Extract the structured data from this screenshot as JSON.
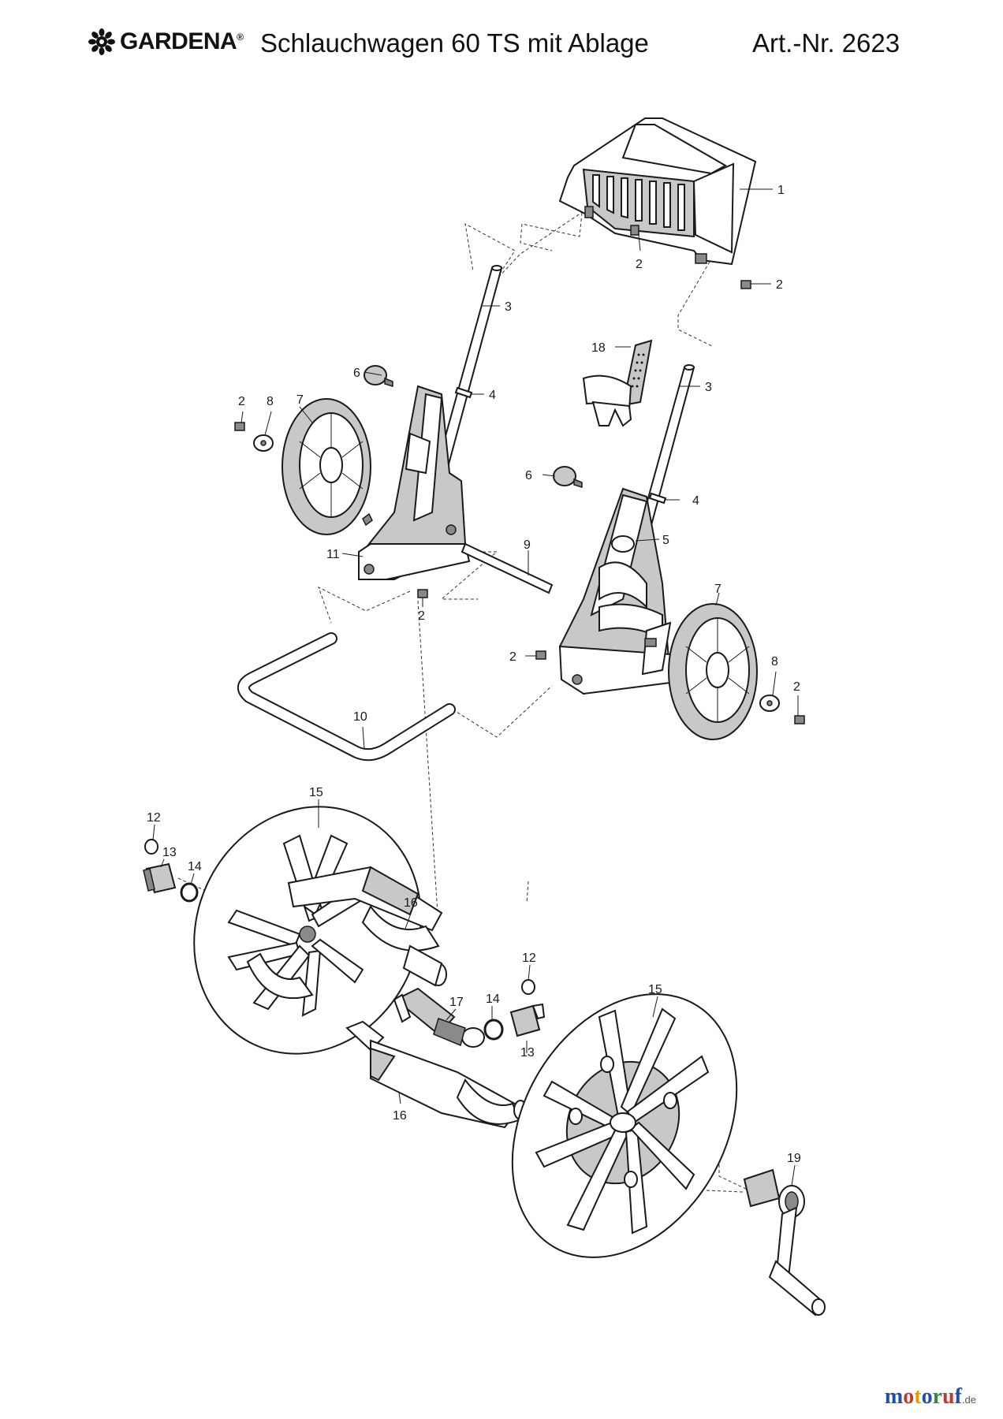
{
  "header": {
    "brand": "GARDENA",
    "brand_reg": "®",
    "title": "Schlauchwagen 60 TS mit Ablage",
    "article_number": "Art.-Nr. 2623"
  },
  "brand_color": "#1a1a1a",
  "callouts": [
    {
      "id": "c1",
      "text": "1"
    },
    {
      "id": "c2a",
      "text": "2"
    },
    {
      "id": "c2b",
      "text": "2"
    },
    {
      "id": "c3a",
      "text": "3"
    },
    {
      "id": "c18",
      "text": "18"
    },
    {
      "id": "c6a",
      "text": "6"
    },
    {
      "id": "c4a",
      "text": "4"
    },
    {
      "id": "c3b",
      "text": "3"
    },
    {
      "id": "c2c",
      "text": "2"
    },
    {
      "id": "c8a",
      "text": "8"
    },
    {
      "id": "c7a",
      "text": "7"
    },
    {
      "id": "c6b",
      "text": "6"
    },
    {
      "id": "c4b",
      "text": "4"
    },
    {
      "id": "c5",
      "text": "5"
    },
    {
      "id": "c11",
      "text": "11"
    },
    {
      "id": "c9",
      "text": "9"
    },
    {
      "id": "c2d",
      "text": "2"
    },
    {
      "id": "c7b",
      "text": "7"
    },
    {
      "id": "c2e",
      "text": "2"
    },
    {
      "id": "c8b",
      "text": "8"
    },
    {
      "id": "c2f",
      "text": "2"
    },
    {
      "id": "c10",
      "text": "10"
    },
    {
      "id": "c15a",
      "text": "15"
    },
    {
      "id": "c12a",
      "text": "12"
    },
    {
      "id": "c13a",
      "text": "13"
    },
    {
      "id": "c14a",
      "text": "14"
    },
    {
      "id": "c16a",
      "text": "16"
    },
    {
      "id": "c12b",
      "text": "12"
    },
    {
      "id": "c15b",
      "text": "15"
    },
    {
      "id": "c17",
      "text": "17"
    },
    {
      "id": "c14b",
      "text": "14"
    },
    {
      "id": "c13b",
      "text": "13"
    },
    {
      "id": "c16b",
      "text": "16"
    },
    {
      "id": "c19",
      "text": "19"
    }
  ],
  "watermark": {
    "name": "motoruf",
    "tld": ".de",
    "colors": [
      "#1f4fa8",
      "#c0392b",
      "#e0a100",
      "#1f4fa8",
      "#2e8b3d",
      "#c0392b",
      "#1f4fa8"
    ]
  }
}
